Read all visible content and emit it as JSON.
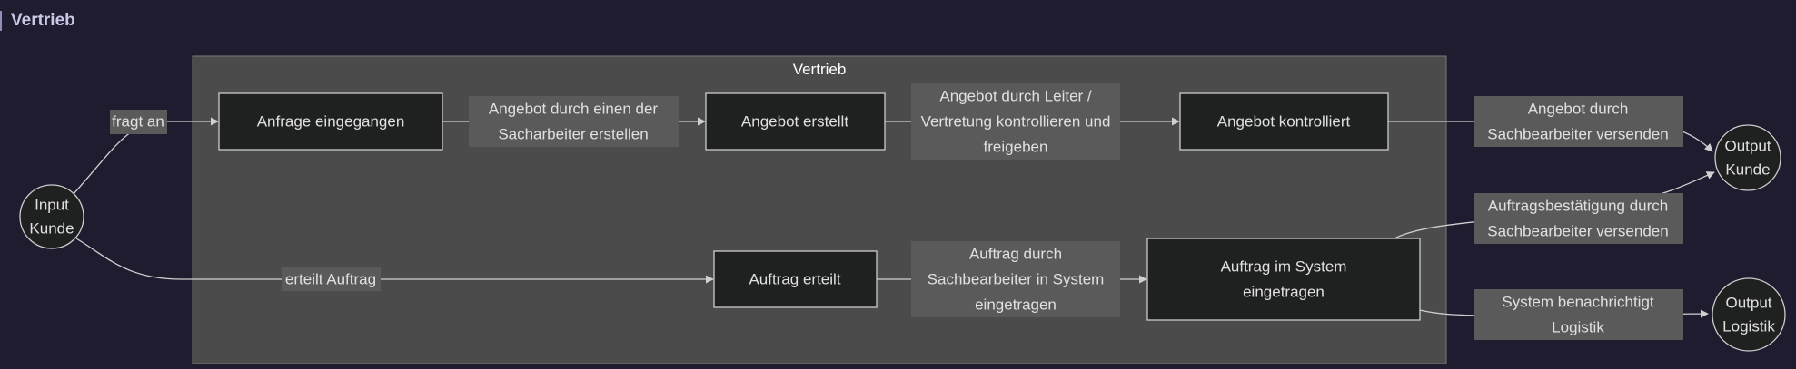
{
  "header": {
    "title": "Vertrieb"
  },
  "subgraph": {
    "title": "Vertrieb"
  },
  "circles": {
    "input": [
      "Input",
      "Kunde"
    ],
    "out_kunde": [
      "Output",
      "Kunde"
    ],
    "out_log": [
      "Output",
      "Logistik"
    ]
  },
  "nodes": {
    "anfrage": [
      "Anfrage eingegangen"
    ],
    "erstellt": [
      "Angebot erstellt"
    ],
    "kontrolliert": [
      "Angebot kontrolliert"
    ],
    "auftrag": [
      "Auftrag erteilt"
    ],
    "system": [
      "Auftrag im System",
      "eingetragen"
    ]
  },
  "labels": {
    "fragt": [
      "fragt an"
    ],
    "sach": [
      "Angebot durch einen der",
      "Sacharbeiter erstellen"
    ],
    "leiter": [
      "Angebot durch Leiter /",
      "Vertretung kontrollieren und",
      "freigeben"
    ],
    "versenden": [
      "Angebot durch",
      "Sachbearbeiter versenden"
    ],
    "erteilt": [
      "erteilt Auftrag"
    ],
    "sysein": [
      "Auftrag durch",
      "Sachbearbeiter in System",
      "eingetragen"
    ],
    "bestaet": [
      "Auftragsbestätigung durch",
      "Sachbearbeiter versenden"
    ],
    "benach": [
      "System benachrichtigt",
      "Logistik"
    ]
  },
  "colors": {
    "background": "#1e1c2e",
    "subgraph_fill": "#4b4b4b",
    "node_fill": "#1f2020",
    "node_stroke": "#cccccc",
    "label_fill": "#5a5a5a",
    "edge": "#d0d0d0",
    "text": "#e0e0e0"
  }
}
